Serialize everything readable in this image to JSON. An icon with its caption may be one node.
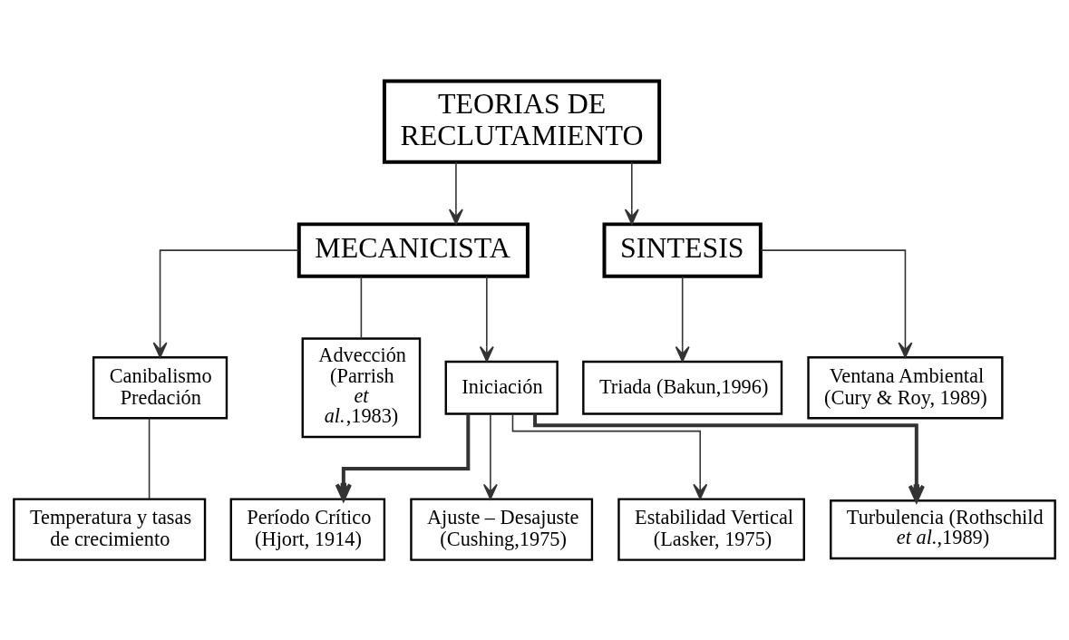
{
  "diagram": {
    "nodes": [
      {
        "text": [
          "TEORIAS DE RECLUTAMIENTO"
        ]
      },
      {
        "text": [
          "MECANICISTA"
        ]
      },
      {
        "text": [
          "SINTESIS"
        ]
      },
      {
        "text": [
          "Canibalismo Predación"
        ]
      },
      {
        "text": [
          "Advección (Parrish *et al.*,1983)"
        ]
      },
      {
        "text": [
          "Iniciación"
        ]
      },
      {
        "text": [
          "Triada (Bakun,1996)"
        ]
      },
      {
        "text": [
          "Ventana Ambiental (Cury & Roy, 1989)"
        ]
      },
      {
        "text": [
          "Temperatura y tasas de crecimiento"
        ]
      },
      {
        "text": [
          "Período Crítico (Hjort, 1914)"
        ]
      },
      {
        "text": [
          "Ajuste – Desajuste (Cushing,1975)"
        ]
      },
      {
        "text": [
          "Estabilidad Vertical (Lasker, 1975)"
        ]
      },
      {
        "text": [
          "Turbulencia (Rothschild *et al.*,1989)"
        ]
      }
    ],
    "edges": [
      {
        "from": 0,
        "to": 1,
        "arrow": "to"
      },
      {
        "from": 0,
        "to": 2,
        "arrow": "to"
      },
      {
        "from": 1,
        "to": 3,
        "arrow": "to"
      },
      {
        "from": 1,
        "to": 4,
        "arrow": "none"
      },
      {
        "from": 1,
        "to": 5,
        "arrow": "to"
      },
      {
        "from": 2,
        "to": 6,
        "arrow": "to"
      },
      {
        "from": 2,
        "to": 7,
        "arrow": "to"
      },
      {
        "from": 3,
        "to": 8,
        "arrow": "none"
      },
      {
        "from": 5,
        "to": 9,
        "arrow": "to",
        "style": "thick"
      },
      {
        "from": 5,
        "to": 10,
        "arrow": "to"
      },
      {
        "from": 5,
        "to": 11,
        "arrow": "to"
      },
      {
        "from": 5,
        "to": 12,
        "arrow": "to",
        "style": "thick"
      }
    ]
  }
}
